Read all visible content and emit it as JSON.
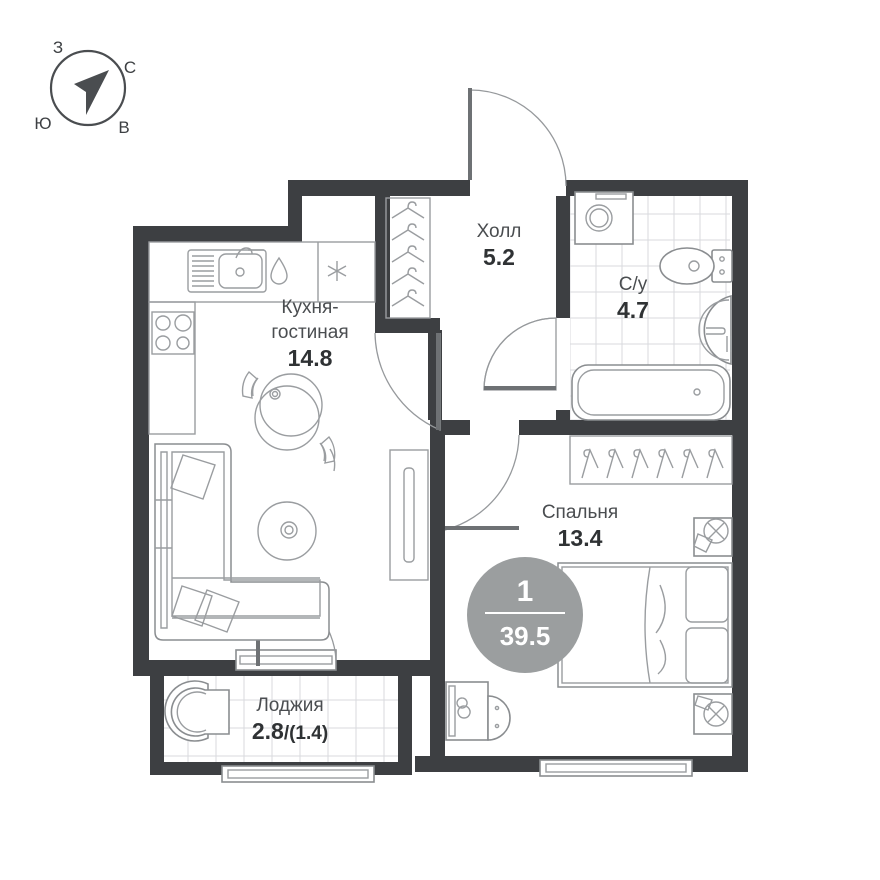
{
  "plan": {
    "type": "floor-plan",
    "apartment_number": "1",
    "total_area": "39.5",
    "rooms": [
      {
        "id": "kitchen-living",
        "name": "Кухня-",
        "name2": "гостиная",
        "area": "14.8"
      },
      {
        "id": "hall",
        "name": "Холл",
        "area": "5.2"
      },
      {
        "id": "bathroom",
        "name": "С/у",
        "area": "4.7"
      },
      {
        "id": "bedroom",
        "name": "Спальня",
        "area": "13.4"
      },
      {
        "id": "loggia",
        "name": "Лоджия",
        "area": "2.8",
        "area_sub": "/(1.4)"
      }
    ]
  },
  "compass": {
    "north": "С",
    "south": "Ю",
    "east": "В",
    "west": "З"
  },
  "colors": {
    "wall": "#3d3f42",
    "badge": "#9b9e9f",
    "text_dark": "#2f3234",
    "text_label": "#4a4d50",
    "fixture_stroke": "#8a8d90",
    "tile": "#d8dadd"
  },
  "icons": {
    "compass": "compass-rose-icon",
    "sink": "kitchen-sink-icon",
    "stove": "cooktop-icon",
    "faucet": "water-drop-icon",
    "hood": "ventilation-icon",
    "hangers": "clothes-hanger-icon",
    "washer": "washing-machine-icon",
    "toilet": "toilet-icon",
    "basin": "wash-basin-icon",
    "bathtub": "bathtub-icon",
    "bed": "double-bed-icon",
    "nightstand": "nightstand-lamp-icon",
    "sofa": "l-sofa-icon",
    "table": "round-dining-table-icon",
    "coffee_table": "round-coffee-table-icon",
    "desk": "dressing-table-icon",
    "loggia_chair": "loggia-armchair-icon"
  }
}
